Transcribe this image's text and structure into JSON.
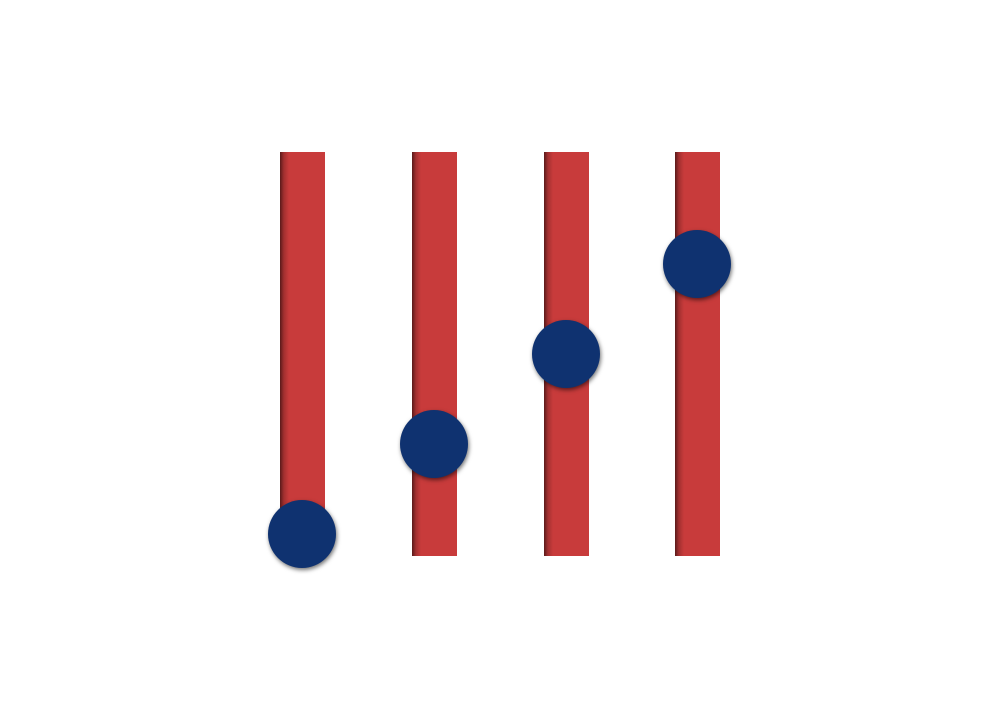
{
  "sliders": [
    {
      "value": 0.0
    },
    {
      "value": 0.25
    },
    {
      "value": 0.5
    },
    {
      "value": 0.75
    }
  ],
  "colors": {
    "track": "#c83b3b",
    "knob": "#0f3270",
    "background": "#ffffff"
  }
}
